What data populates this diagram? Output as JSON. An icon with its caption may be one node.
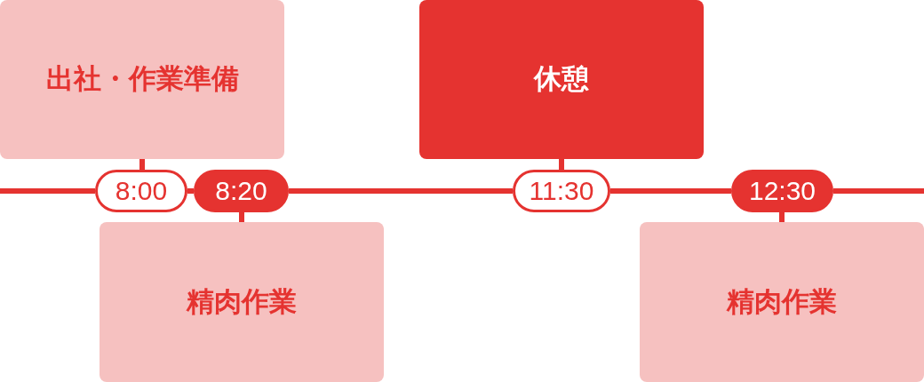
{
  "diagram": {
    "nodes": [
      {
        "text": [
          "出社・作業準備"
        ]
      },
      {
        "text": [
          "休憩"
        ]
      },
      {
        "text": [
          "8:00"
        ]
      },
      {
        "text": [
          "8:20"
        ]
      },
      {
        "text": [
          "11:30"
        ]
      },
      {
        "text": [
          "12:30"
        ]
      },
      {
        "text": [
          "精肉作業"
        ]
      },
      {
        "text": [
          "精肉作業"
        ]
      }
    ],
    "edges": [
      {
        "from": 0,
        "to": 2,
        "arrow": "none"
      },
      {
        "from": 1,
        "to": 4,
        "arrow": "none"
      },
      {
        "from": 3,
        "to": 6,
        "arrow": "none"
      },
      {
        "from": 5,
        "to": 7,
        "arrow": "none"
      },
      {
        "from": null,
        "to": 2,
        "arrow": "none"
      },
      {
        "from": 2,
        "to": 3,
        "arrow": "none"
      },
      {
        "from": 3,
        "to": 4,
        "arrow": "none"
      },
      {
        "from": 4,
        "to": 5,
        "arrow": "none"
      },
      {
        "from": 5,
        "to": null,
        "arrow": "none"
      }
    ]
  }
}
